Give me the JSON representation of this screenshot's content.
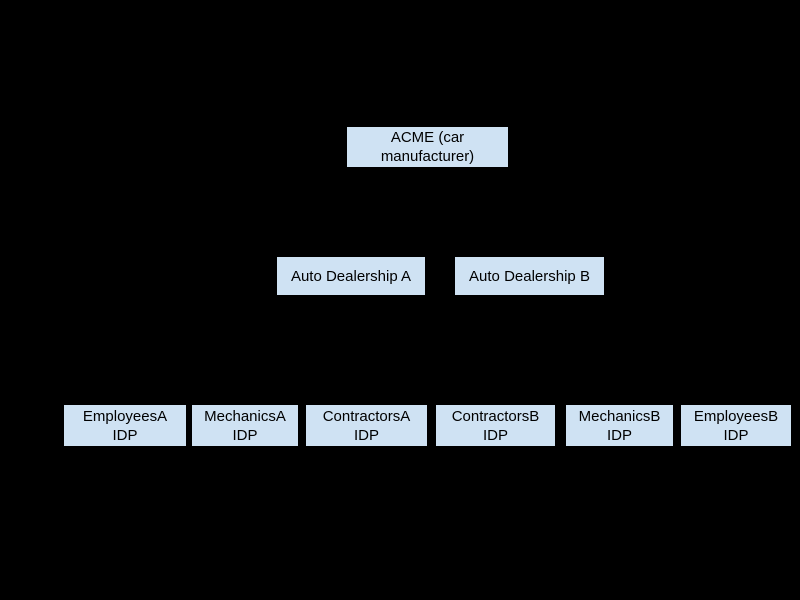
{
  "diagram": {
    "background_color": "#000000",
    "node_fill_color": "#cfe2f3",
    "node_text_color": "#000000",
    "rows": [
      {
        "name": "manufacturer-level",
        "nodes": [
          {
            "id": "acme",
            "label": "ACME (car\nmanufacturer)"
          }
        ]
      },
      {
        "name": "dealership-level",
        "nodes": [
          {
            "id": "auto-dealership-a",
            "label": "Auto Dealership A"
          },
          {
            "id": "auto-dealership-b",
            "label": "Auto Dealership B"
          }
        ]
      },
      {
        "name": "idp-level",
        "nodes": [
          {
            "id": "employees-a-idp",
            "label": "EmployeesA\nIDP"
          },
          {
            "id": "mechanics-a-idp",
            "label": "MechanicsA\nIDP"
          },
          {
            "id": "contractors-a-idp",
            "label": "ContractorsA\nIDP"
          },
          {
            "id": "contractors-b-idp",
            "label": "ContractorsB\nIDP"
          },
          {
            "id": "mechanics-b-idp",
            "label": "MechanicsB\nIDP"
          },
          {
            "id": "employees-b-idp",
            "label": "EmployeesB\nIDP"
          }
        ]
      }
    ]
  }
}
